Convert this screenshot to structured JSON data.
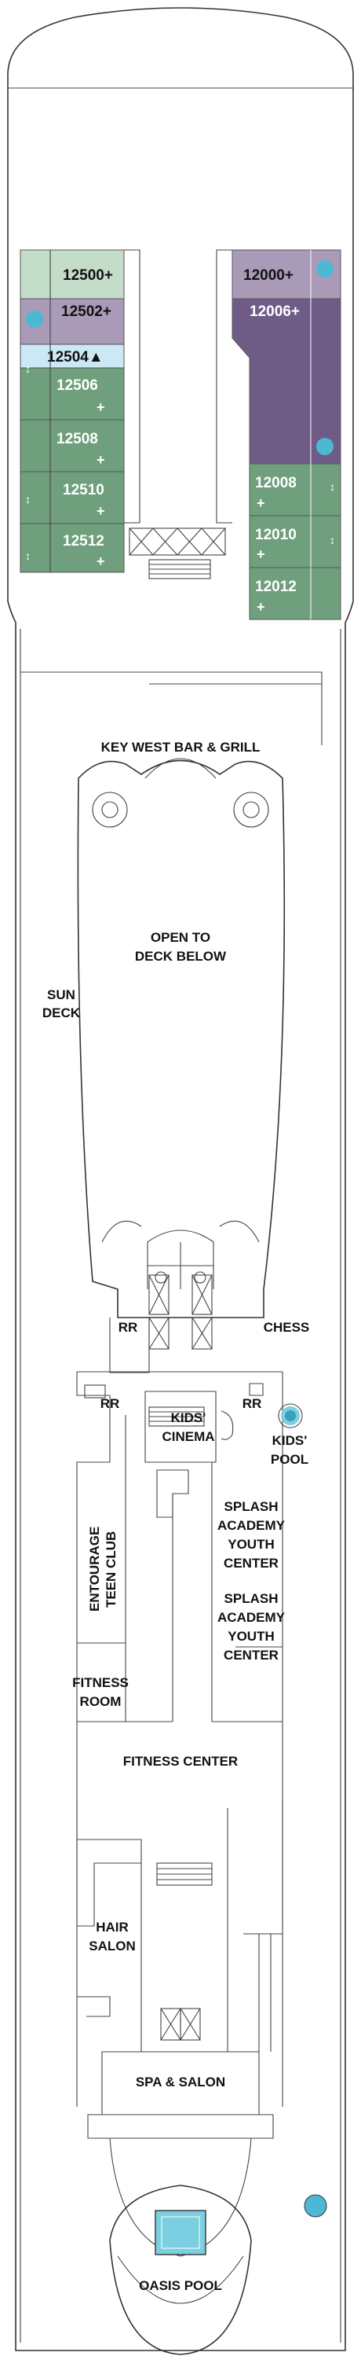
{
  "colors": {
    "cabin_green": "#6f9f7d",
    "cabin_light_green": "#c4ddc8",
    "cabin_lavender": "#a99bb8",
    "cabin_purple": "#6e5c87",
    "cabin_light_blue": "#cde8f5",
    "accessible_marker": "#4db8d4",
    "pool_water": "#7ccfe0"
  },
  "cabins": {
    "c12500": "12500+",
    "c12502": "12502+",
    "c12504": "12504▲",
    "c12506": "12506",
    "c12508": "12508",
    "c12510": "12510",
    "c12512": "12512",
    "c12000": "12000+",
    "c12006": "12006+",
    "c12008": "12008",
    "c12010": "12010",
    "c12012": "12012",
    "plus": "+"
  },
  "venues": {
    "key_west": "KEY WEST BAR & GRILL",
    "open_deck_line1": "OPEN TO",
    "open_deck_line2": "DECK BELOW",
    "sun_deck_line1": "SUN",
    "sun_deck_line2": "DECK",
    "rr": "RR",
    "chess": "CHESS",
    "kids_cinema_line1": "KIDS'",
    "kids_cinema_line2": "CINEMA",
    "kids_pool_line1": "KIDS'",
    "kids_pool_line2": "POOL",
    "entourage_line1": "ENTOURAGE",
    "entourage_line2": "TEEN CLUB",
    "splash_line1": "SPLASH",
    "splash_line2": "ACADEMY",
    "splash_line3": "YOUTH",
    "splash_line4": "CENTER",
    "fitness_room_line1": "FITNESS",
    "fitness_room_line2": "ROOM",
    "fitness_center": "FITNESS CENTER",
    "hair_salon_line1": "HAIR",
    "hair_salon_line2": "SALON",
    "spa_salon": "SPA & SALON",
    "oasis_pool": "OASIS POOL"
  }
}
